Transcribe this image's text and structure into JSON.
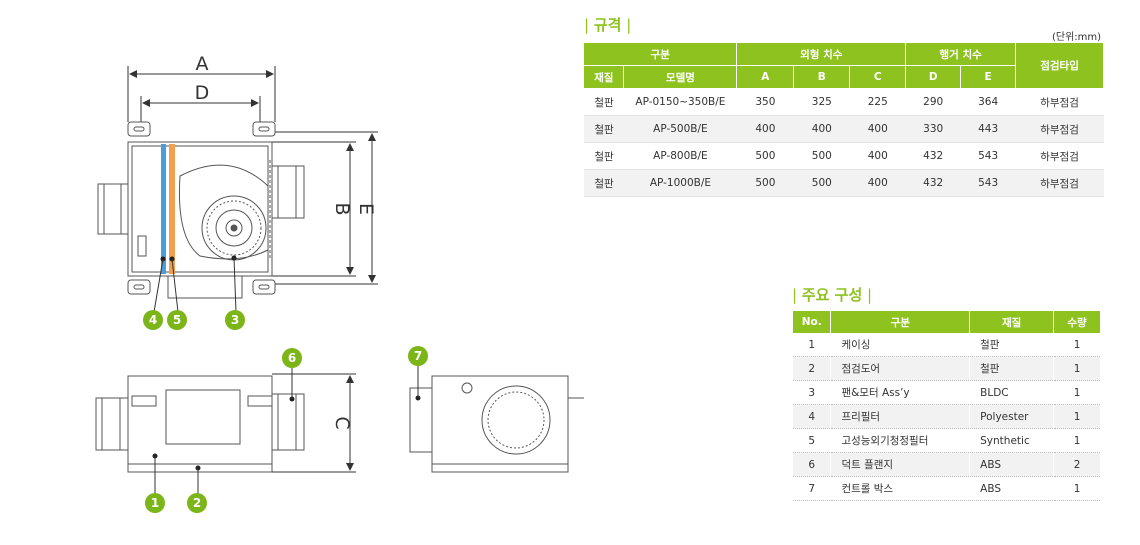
{
  "drawing": {
    "dim_labels": {
      "a": "A",
      "d": "D",
      "b": "B",
      "e": "E",
      "c": "C"
    },
    "badges": {
      "b1": "1",
      "b2": "2",
      "b3": "3",
      "b4": "4",
      "b5": "5",
      "b6": "6",
      "b7": "7"
    }
  },
  "spec": {
    "title": "규격",
    "unit": "(단위:mm)",
    "headers": {
      "group": "구분",
      "outer": "외형 치수",
      "hanger": "행거 치수",
      "inspect": "점검타입",
      "material": "재질",
      "model": "모델명",
      "a": "A",
      "b": "B",
      "c": "C",
      "d": "D",
      "e": "E"
    },
    "rows": [
      {
        "material": "철판",
        "model": "AP-0150~350B/E",
        "a": "350",
        "b": "325",
        "c": "225",
        "d": "290",
        "e": "364",
        "type": "하부점검"
      },
      {
        "material": "철판",
        "model": "AP-500B/E",
        "a": "400",
        "b": "400",
        "c": "400",
        "d": "330",
        "e": "443",
        "type": "하부점검"
      },
      {
        "material": "철판",
        "model": "AP-800B/E",
        "a": "500",
        "b": "500",
        "c": "400",
        "d": "432",
        "e": "543",
        "type": "하부점검"
      },
      {
        "material": "철판",
        "model": "AP-1000B/E",
        "a": "500",
        "b": "500",
        "c": "400",
        "d": "432",
        "e": "543",
        "type": "하부점검"
      }
    ]
  },
  "parts": {
    "title": "주요 구성",
    "headers": {
      "no": "No.",
      "name": "구분",
      "material": "재질",
      "qty": "수량"
    },
    "rows": [
      {
        "no": "1",
        "name": "케이싱",
        "material": "철판",
        "qty": "1"
      },
      {
        "no": "2",
        "name": "점검도어",
        "material": "철판",
        "qty": "1"
      },
      {
        "no": "3",
        "name": "팬&모터 Ass’y",
        "material": "BLDC",
        "qty": "1"
      },
      {
        "no": "4",
        "name": "프리필터",
        "material": "Polyester",
        "qty": "1"
      },
      {
        "no": "5",
        "name": "고성능외기청정필터",
        "material": "Synthetic",
        "qty": "1"
      },
      {
        "no": "6",
        "name": "덕트 플랜지",
        "material": "ABS",
        "qty": "2"
      },
      {
        "no": "7",
        "name": "컨트롤 박스",
        "material": "ABS",
        "qty": "1"
      }
    ]
  },
  "colors": {
    "accent": "#8dc21f",
    "badge": "#7cb518",
    "prefilter": "#4a9fd8",
    "hepa": "#f0a050"
  }
}
